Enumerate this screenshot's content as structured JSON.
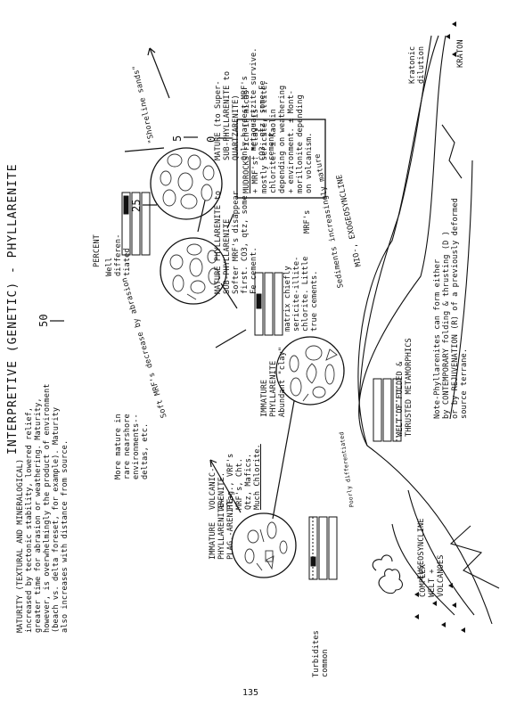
{
  "title": "INTERPRETIVE (GENETIC) - PHYLLARENITE",
  "scale": {
    "ticks": [
      "50",
      "25",
      "5",
      "0"
    ],
    "unit": "PERCENT",
    "mrf": "MRF's"
  },
  "maturity_note": [
    "MATURITY (TEXTURAL AND MINERALOGICAL)",
    "increased by tectonic stability, lowered relief,",
    "greater time for abrasion or weathering. Maturity,",
    "however, is overwhelmingly the product of environment",
    "(beach vs. delta foreset, for example). Maturity",
    "also increases with distance from source."
  ],
  "well_diff": [
    "Well",
    "differen-",
    "tiated"
  ],
  "samples": [
    {
      "id": "immature-plag",
      "lines": [
        "IMMATURE",
        "PHYLLARENITE→",
        "PLAG.-ARENITE→",
        "VOLCANIC-",
        "ARENITE.",
        "Plag., VRF's",
        "MRF's, Cht.",
        "Qtz, Mafics.",
        "Much Chlorite."
      ]
    },
    {
      "id": "immature-phyll",
      "lines": [
        "IMMATURE",
        "PHYLLARENITE",
        "Abundant \"clay\"",
        "matrix chiefly",
        "sericite-illite-",
        "chlorite. Little",
        "true cements."
      ]
    },
    {
      "id": "mature-phyll",
      "lines": [
        "MATURE PHYLLARENITE to",
        "SUB-PHYLLARENITE",
        "Softer MRF's disappear",
        "first. CO3, qtz, some",
        "Fe cement."
      ]
    },
    {
      "id": "mature-super",
      "lines": [
        "MATURE (to Super-",
        "SUB-PHYLLARENITE to",
        "QUARTZARENITE)",
        "Only hardest MRF's",
        "+ metaquartzite survive.",
        "CO3, qtz, some Fe",
        "cement."
      ]
    }
  ],
  "mudrocks": {
    "head": "MUDROCKS",
    "lines": [
      " rich in micas",
      "+ MRF's. \"Clay\" is",
      "mostly sericite, illite,",
      "chlorite. ± Kaolin",
      "depending on weathering",
      "+ environment. ± Mont-",
      "morillonite depending",
      "on volcanism."
    ]
  },
  "nearshore": [
    "More mature in",
    "rare nearshore",
    "environments--",
    "deltas, etc."
  ],
  "arrow_abrasion": "Soft MRF's decrease by abrasion",
  "arrow_shoreline": "\"Shoreline sands\"",
  "sediments": "Sediments increasingly mature",
  "exogeosyncline": "MIO-, EXOGEOSYNCLINE",
  "kratonic": [
    "Kratonic",
    "dilution"
  ],
  "kraton": "KRATON",
  "welt_folded": [
    "WELT OF FOLDED &",
    "THRUSTED METAMORPHICS"
  ],
  "eugeosyncline": "EUGEOSYNCLINE",
  "turbidites": [
    "Turbidites",
    "common"
  ],
  "complex_welt": [
    "COMPLEX",
    "WELT +",
    "VOLCANOES"
  ],
  "note": [
    "Note-Phyllarenites can form either",
    "by CONTEMPORARY folding & thrusting (D ) ",
    "or by REJUVENATION (R) of a previously deformed",
    "source terrane."
  ],
  "rotated_small": [
    "Poorly differentiated"
  ],
  "page_number": "135"
}
